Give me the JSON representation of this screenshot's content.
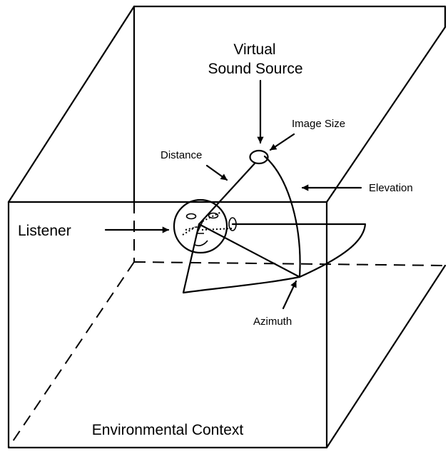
{
  "labels": {
    "virtual_sound_source_line1": "Virtual",
    "virtual_sound_source_line2": "Sound Source",
    "image_size": "Image Size",
    "distance": "Distance",
    "elevation": "Elevation",
    "listener": "Listener",
    "azimuth": "Azimuth",
    "environmental_context": "Environmental Context"
  }
}
